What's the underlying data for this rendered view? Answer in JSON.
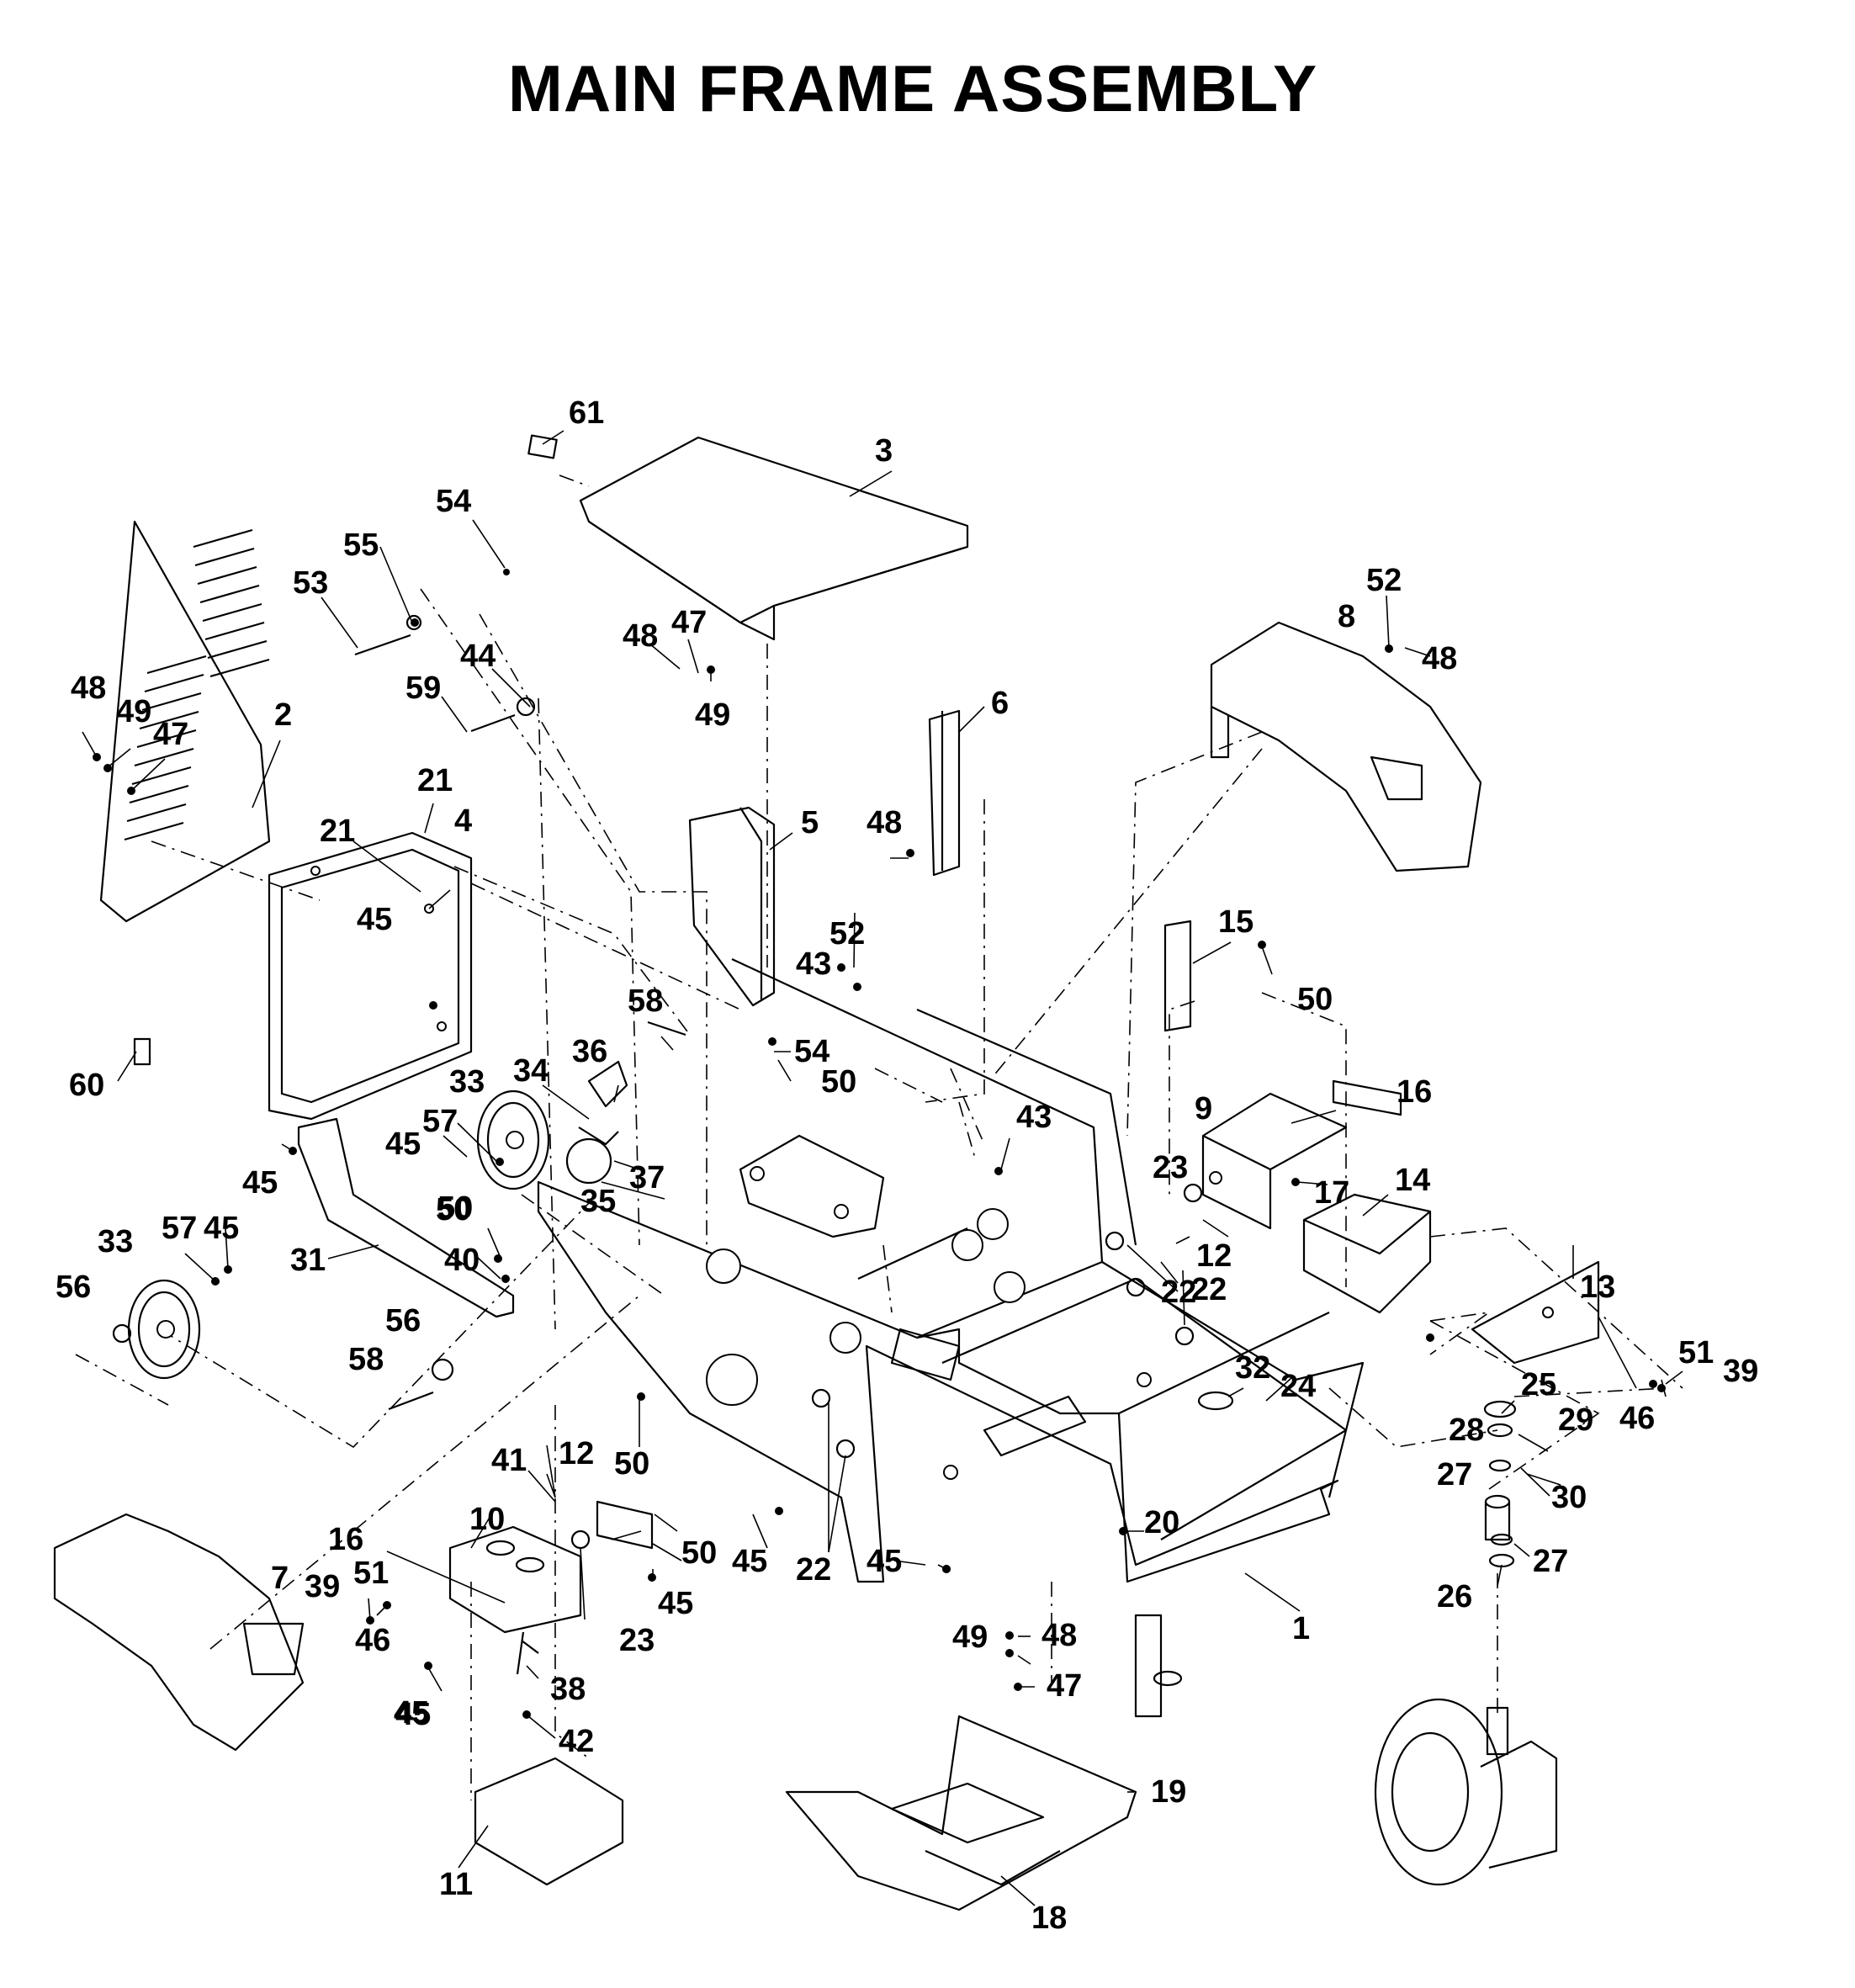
{
  "title": "MAIN FRAME ASSEMBLY",
  "callouts": [
    "61",
    "3",
    "54",
    "55",
    "53",
    "48",
    "47",
    "49",
    "44",
    "59",
    "6",
    "8",
    "52",
    "48",
    "48",
    "49",
    "47",
    "2",
    "21",
    "21",
    "4",
    "45",
    "5",
    "48",
    "52",
    "43",
    "15",
    "50",
    "58",
    "54",
    "50",
    "36",
    "34",
    "33",
    "50",
    "57",
    "45",
    "45",
    "37",
    "35",
    "43",
    "9",
    "16",
    "23",
    "17",
    "14",
    "50",
    "40",
    "31",
    "33",
    "57",
    "45",
    "56",
    "12",
    "22",
    "13",
    "56",
    "58",
    "32",
    "24",
    "51",
    "39",
    "25",
    "46",
    "28",
    "29",
    "27",
    "30",
    "41",
    "12",
    "50",
    "22",
    "45",
    "50",
    "45",
    "20",
    "10",
    "16",
    "51",
    "7",
    "39",
    "46",
    "23",
    "45",
    "45",
    "27",
    "26",
    "1",
    "49",
    "48",
    "47",
    "38",
    "45",
    "42",
    "19",
    "11",
    "18",
    "60",
    "22"
  ]
}
